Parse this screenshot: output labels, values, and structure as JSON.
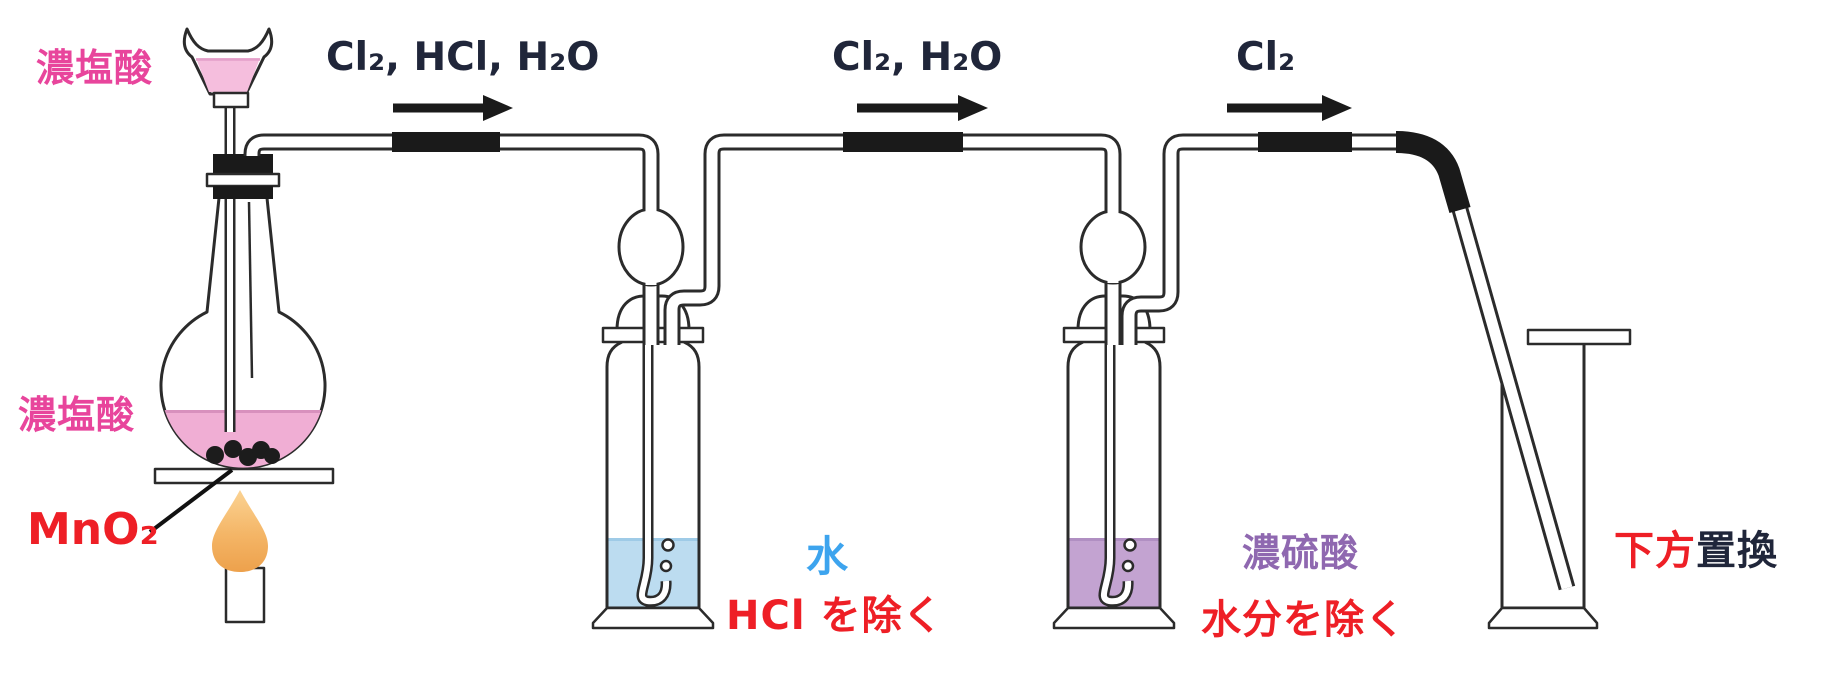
{
  "labels": {
    "funnel_reagent": "濃塩酸",
    "gas_stream_1": "Cl₂, HCl, H₂O",
    "gas_stream_2": "Cl₂, H₂O",
    "gas_stream_3": "Cl₂",
    "flask_reagent": "濃塩酸",
    "catalyst": "MnO₂",
    "bottle1_content": "水",
    "bottle1_purpose": "HCl を除く",
    "bottle2_content": "濃硫酸",
    "bottle2_purpose": "水分を除く",
    "collection_method_red": "下方",
    "collection_method_black": "置換"
  },
  "colors": {
    "label_magenta": "#e8459c",
    "label_red": "#ee1f26",
    "label_blue": "#3da4ee",
    "label_purple": "#8f68b0",
    "label_ink": "#20263a",
    "funnel_liquid": "#f5bedd",
    "flask_liquid": "#f0aed4",
    "water_liquid": "#bcdcf0",
    "sulfuric_liquid": "#c3a3d1",
    "flame_top": "#fbd393",
    "flame_bottom": "#eda14c",
    "glass_outline": "#2b2b2b",
    "rubber_black": "#1a1a1a"
  }
}
